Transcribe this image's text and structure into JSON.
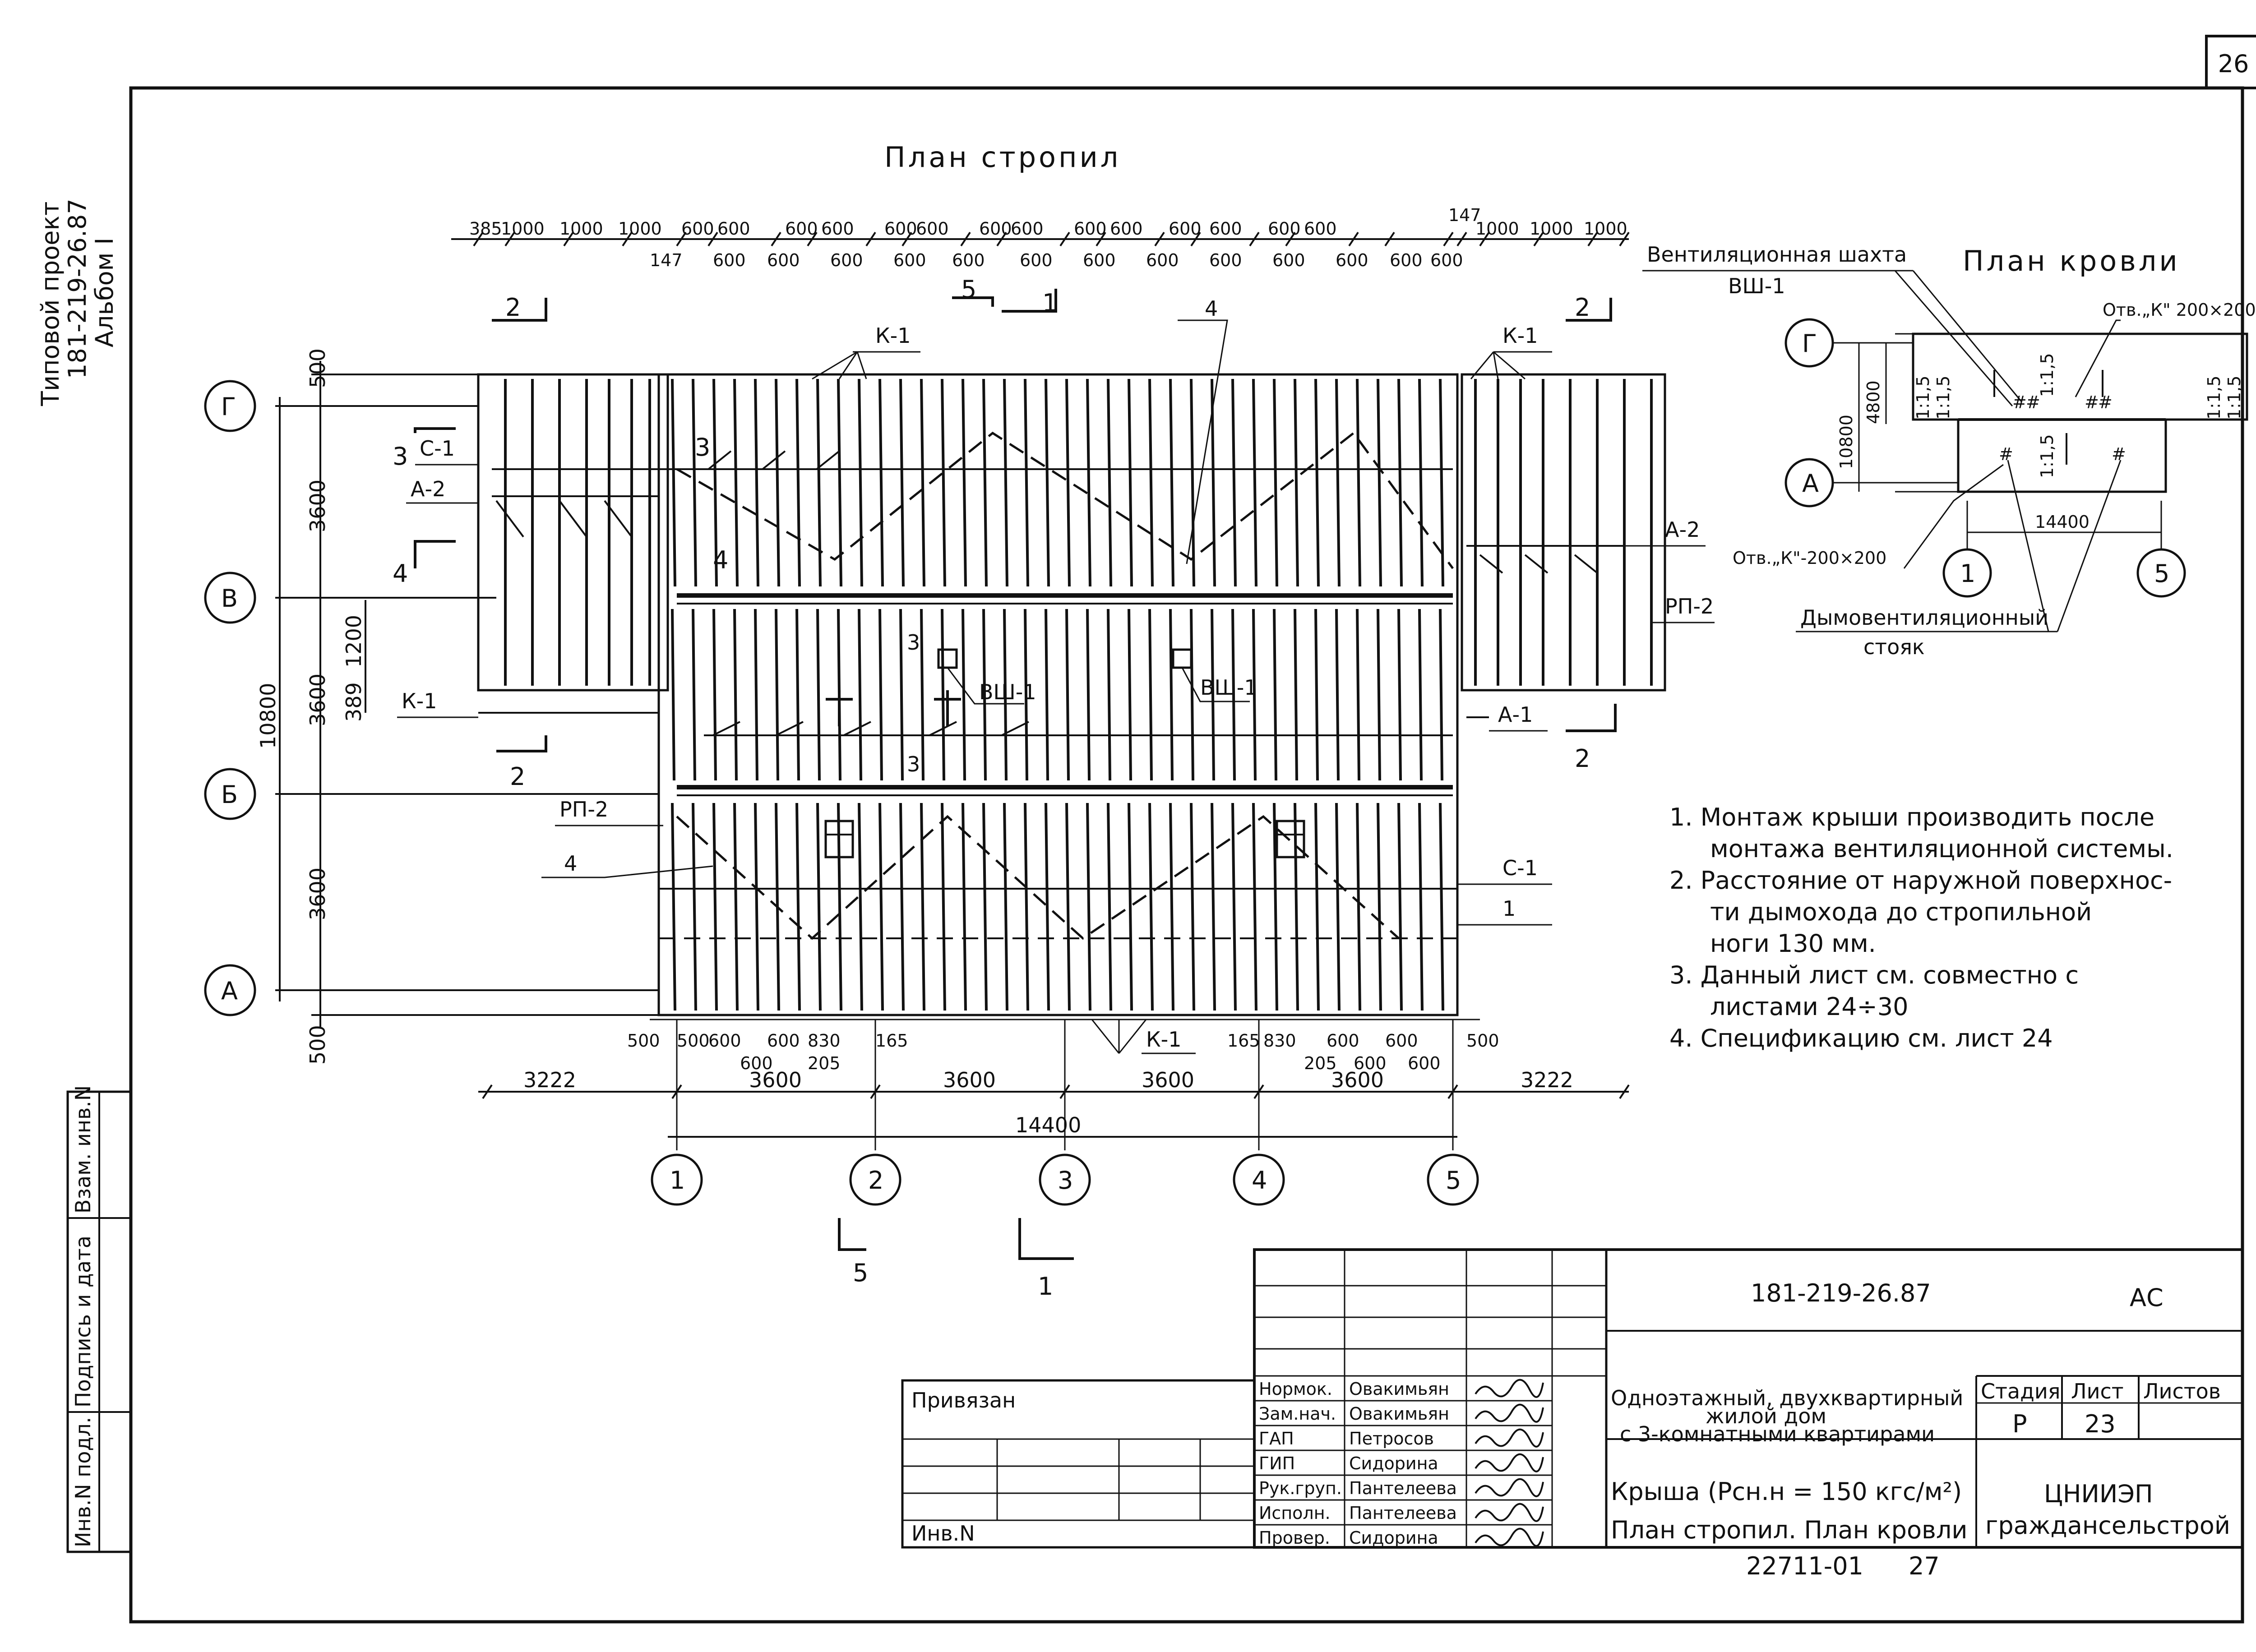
{
  "page_number": "26",
  "side_stamp": {
    "line1": "Типовой проект",
    "line2": "181-219-26.87",
    "line3": "Альбом I"
  },
  "left_strip": {
    "inv_podl": "Инв.N подл.",
    "podpis_data": "Подпись и дата",
    "vzam_inv": "Взам. инв.N"
  },
  "rafter_plan": {
    "title": "План стропил",
    "top_dims_upper": [
      "385",
      "1000",
      "1000",
      "1000",
      "600",
      "600",
      "600",
      "600",
      "600",
      "600",
      "600",
      "600",
      "600",
      "600",
      "600",
      "600",
      "600",
      "600",
      "1000",
      "1000",
      "1000"
    ],
    "top_dims_lower": [
      "147",
      "600",
      "600",
      "600",
      "600",
      "600",
      "600",
      "600",
      "600",
      "600",
      "600",
      "600",
      "600",
      "600"
    ],
    "top_dim_right_small": "147",
    "left_dims": [
      "500",
      "3600",
      "3600",
      "1200",
      "389",
      "3600",
      "500"
    ],
    "overall_height": "10800",
    "axes_rows": [
      "Г",
      "В",
      "Б",
      "А"
    ],
    "axes_cols": [
      "1",
      "2",
      "3",
      "4",
      "5"
    ],
    "bottom_dims_upper": [
      "500",
      "500",
      "600",
      "600",
      "830",
      "165",
      "165",
      "830",
      "600",
      "600",
      "500"
    ],
    "bottom_dims_lower": [
      "600",
      "205",
      "205",
      "600",
      "600"
    ],
    "bottom_spans": [
      "3222",
      "3600",
      "3600",
      "3600",
      "3600",
      "3222"
    ],
    "overall_width": "14400",
    "section_marks": [
      "2",
      "5",
      "1",
      "2",
      "2",
      "2",
      "3",
      "3",
      "4",
      "4",
      "5",
      "1"
    ],
    "labels": {
      "k1": "К-1",
      "c1": "С-1",
      "a2": "А-2",
      "a1": "А-1",
      "rp2": "РП-2",
      "vsh1": "ВШ-1",
      "n4": "4",
      "n3": "3",
      "n1": "1"
    }
  },
  "roof_plan": {
    "title": "План кровли",
    "vent_shaft": "Вентиляционная шахта",
    "vent_shaft_code": "ВШ-1",
    "opening_k_top": "Отв.„К\" 200×200",
    "opening_k_bottom": "Отв.„К\"-200×200",
    "smoke_riser_1": "Дымовентиляционный",
    "smoke_riser_2": "стояк",
    "dim_4800": "4800",
    "dim_10800": "10800",
    "dim_14400": "14400",
    "slope": "1:1,5",
    "axes": [
      "Г",
      "А",
      "1",
      "5"
    ]
  },
  "notes": [
    "1. Монтаж крыши производить после",
    "монтажа вентиляционной системы.",
    "2. Расстояние от наружной поверхнос-",
    "ти дымохода до стропильной",
    "ноги 130 мм.",
    "3. Данный лист см. совместно с",
    "листами 24÷30",
    "4. Спецификацию см. лист 24"
  ],
  "title_block": {
    "code": "181-219-26.87",
    "mark": "АС",
    "privyazan": "Привязан",
    "inv_n": "Инв.N",
    "roles": [
      "Нормок.",
      "Зам.нач.",
      "ГАП",
      "ГИП",
      "Рук.груп.",
      "Исполн.",
      "Провер."
    ],
    "names": [
      "Овакимьян",
      "Овакимьян",
      "Петросов",
      "Сидорина",
      "Пантелеева",
      "Пантелеева",
      "Сидорина"
    ],
    "project_l1": "Одноэтажный, двухквартирный",
    "project_l2": "жилой дом",
    "project_l3": "с 3-комнатными квартирами",
    "sheet_l1": "Крыша (Рсн.н = 150 кгс/м²)",
    "sheet_l2": "План стропил. План кровли",
    "stage_h": "Стадия",
    "list_h": "Лист",
    "listov_h": "Листов",
    "stage": "Р",
    "list": "23",
    "org_l1": "ЦНИИЭП",
    "org_l2": "граждансельстрой",
    "footer_num": "22711-01",
    "footer_page": "27"
  }
}
